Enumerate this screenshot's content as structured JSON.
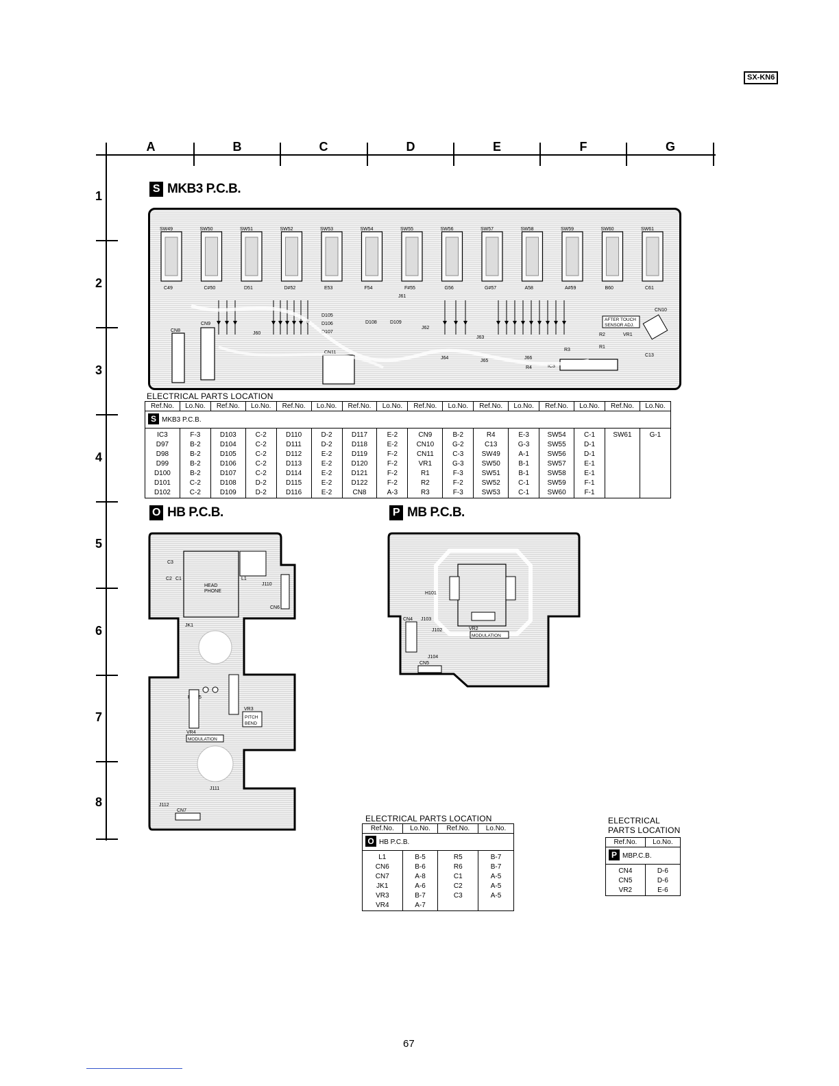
{
  "header": {
    "model": "SX-KN6"
  },
  "grid": {
    "columns": [
      "A",
      "B",
      "C",
      "D",
      "E",
      "F",
      "G"
    ],
    "rows": [
      "1",
      "2",
      "3",
      "4",
      "5",
      "6",
      "7",
      "8"
    ]
  },
  "sections": {
    "mkb3": {
      "badge": "S",
      "title": "MKB3 P.C.B."
    },
    "hb": {
      "badge": "O",
      "title": "HB P.C.B."
    },
    "mb": {
      "badge": "P",
      "title": "MB P.C.B."
    }
  },
  "mkb3_board": {
    "switches": [
      "SW49",
      "SW50",
      "SW51",
      "SW52",
      "SW53",
      "SW54",
      "SW55",
      "SW56",
      "SW57",
      "SW58",
      "SW59",
      "SW60",
      "SW61"
    ],
    "notes": [
      "C49",
      "C#50",
      "D51",
      "D#52",
      "E53",
      "F54",
      "F#55",
      "G56",
      "G#57",
      "A58",
      "A#59",
      "B60",
      "C61"
    ],
    "labels": {
      "aftertouch1": "AFTER TOUCH",
      "aftertouch2": "SENSOR ADJ.",
      "cn8": "CN8",
      "cn9": "CN9",
      "cn10": "CN10",
      "cn11": "CN11",
      "vr1": "VR1",
      "r1": "R1",
      "r2": "R2",
      "r3": "R3",
      "r4": "R4",
      "c13": "C13",
      "ic3": "IC3",
      "j60": "J60",
      "j61": "J61",
      "j62": "J62",
      "j63": "J63",
      "j64": "J64",
      "j65": "J65",
      "j66": "J66",
      "d105": "D105",
      "d106": "D106",
      "d107": "D107",
      "d108": "D108",
      "d109": "D109"
    }
  },
  "hb_board": {
    "labels": {
      "l1": "L1",
      "c1": "C1",
      "c2": "C2",
      "c3": "C3",
      "head1": "HEAD",
      "head2": "PHONE",
      "j110": "J110",
      "cn6": "CN6",
      "jk1": "JK1",
      "r6r5": "R6 R5",
      "vr3": "VR3",
      "pitch1": "PITCH",
      "pitch2": "BEND",
      "vr4": "VR4",
      "modulation": "MODULATION",
      "j111": "J111",
      "j112": "J112",
      "cn7": "CN7"
    }
  },
  "mb_board": {
    "labels": {
      "h101": "H101",
      "cn4": "CN4",
      "j103": "J103",
      "j102": "J102",
      "j104": "J104",
      "cn5": "CN5",
      "vr2": "VR2",
      "modulation": "MODULATION"
    }
  },
  "loc_title": "ELECTRICAL PARTS LOCATION",
  "loc_title_p1": "ELECTRICAL",
  "loc_title_p2": "PARTS LOCATION",
  "col_headers": {
    "ref": "Ref.No.",
    "lo": "Lo.No."
  },
  "mkb3_table": {
    "subtitle": "MKB3 P.C.B.",
    "columns": [
      [
        [
          "IC3",
          "F-3"
        ],
        [
          "D97",
          "B-2"
        ],
        [
          "D98",
          "B-2"
        ],
        [
          "D99",
          "B-2"
        ],
        [
          "D100",
          "B-2"
        ],
        [
          "D101",
          "C-2"
        ],
        [
          "D102",
          "C-2"
        ]
      ],
      [
        [
          "D103",
          "C-2"
        ],
        [
          "D104",
          "C-2"
        ],
        [
          "D105",
          "C-2"
        ],
        [
          "D106",
          "C-2"
        ],
        [
          "D107",
          "C-2"
        ],
        [
          "D108",
          "D-2"
        ],
        [
          "D109",
          "D-2"
        ]
      ],
      [
        [
          "D110",
          "D-2"
        ],
        [
          "D111",
          "D-2"
        ],
        [
          "D112",
          "E-2"
        ],
        [
          "D113",
          "E-2"
        ],
        [
          "D114",
          "E-2"
        ],
        [
          "D115",
          "E-2"
        ],
        [
          "D116",
          "E-2"
        ]
      ],
      [
        [
          "D117",
          "E-2"
        ],
        [
          "D118",
          "E-2"
        ],
        [
          "D119",
          "F-2"
        ],
        [
          "D120",
          "F-2"
        ],
        [
          "D121",
          "F-2"
        ],
        [
          "D122",
          "F-2"
        ],
        [
          "CN8",
          "A-3"
        ]
      ],
      [
        [
          "CN9",
          "B-2"
        ],
        [
          "CN10",
          "G-2"
        ],
        [
          "CN11",
          "C-3"
        ],
        [
          "VR1",
          "G-3"
        ],
        [
          "R1",
          "F-3"
        ],
        [
          "R2",
          "F-2"
        ],
        [
          "R3",
          "F-3"
        ]
      ],
      [
        [
          "R4",
          "E-3"
        ],
        [
          "C13",
          "G-3"
        ],
        [
          "SW49",
          "A-1"
        ],
        [
          "SW50",
          "B-1"
        ],
        [
          "SW51",
          "B-1"
        ],
        [
          "SW52",
          "C-1"
        ],
        [
          "SW53",
          "C-1"
        ]
      ],
      [
        [
          "SW54",
          "C-1"
        ],
        [
          "SW55",
          "D-1"
        ],
        [
          "SW56",
          "D-1"
        ],
        [
          "SW57",
          "E-1"
        ],
        [
          "SW58",
          "E-1"
        ],
        [
          "SW59",
          "F-1"
        ],
        [
          "SW60",
          "F-1"
        ]
      ],
      [
        [
          "SW61",
          "G-1"
        ],
        [
          "",
          ""
        ],
        [
          "",
          ""
        ],
        [
          "",
          ""
        ],
        [
          "",
          ""
        ],
        [
          "",
          ""
        ],
        [
          "",
          ""
        ]
      ]
    ]
  },
  "hb_table": {
    "subtitle": "HB P.C.B.",
    "rows": [
      [
        "L1",
        "B-5",
        "R5",
        "B-7"
      ],
      [
        "CN6",
        "B-6",
        "R6",
        "B-7"
      ],
      [
        "CN7",
        "A-8",
        "C1",
        "A-5"
      ],
      [
        "JK1",
        "A-6",
        "C2",
        "A-5"
      ],
      [
        "VR3",
        "B-7",
        "C3",
        "A-5"
      ],
      [
        "VR4",
        "A-7",
        "",
        ""
      ]
    ]
  },
  "mb_table": {
    "subtitle": "MBP.C.B.",
    "rows": [
      [
        "CN4",
        "D-6"
      ],
      [
        "CN5",
        "D-6"
      ],
      [
        "VR2",
        "E-6"
      ]
    ]
  },
  "page_number": "67"
}
